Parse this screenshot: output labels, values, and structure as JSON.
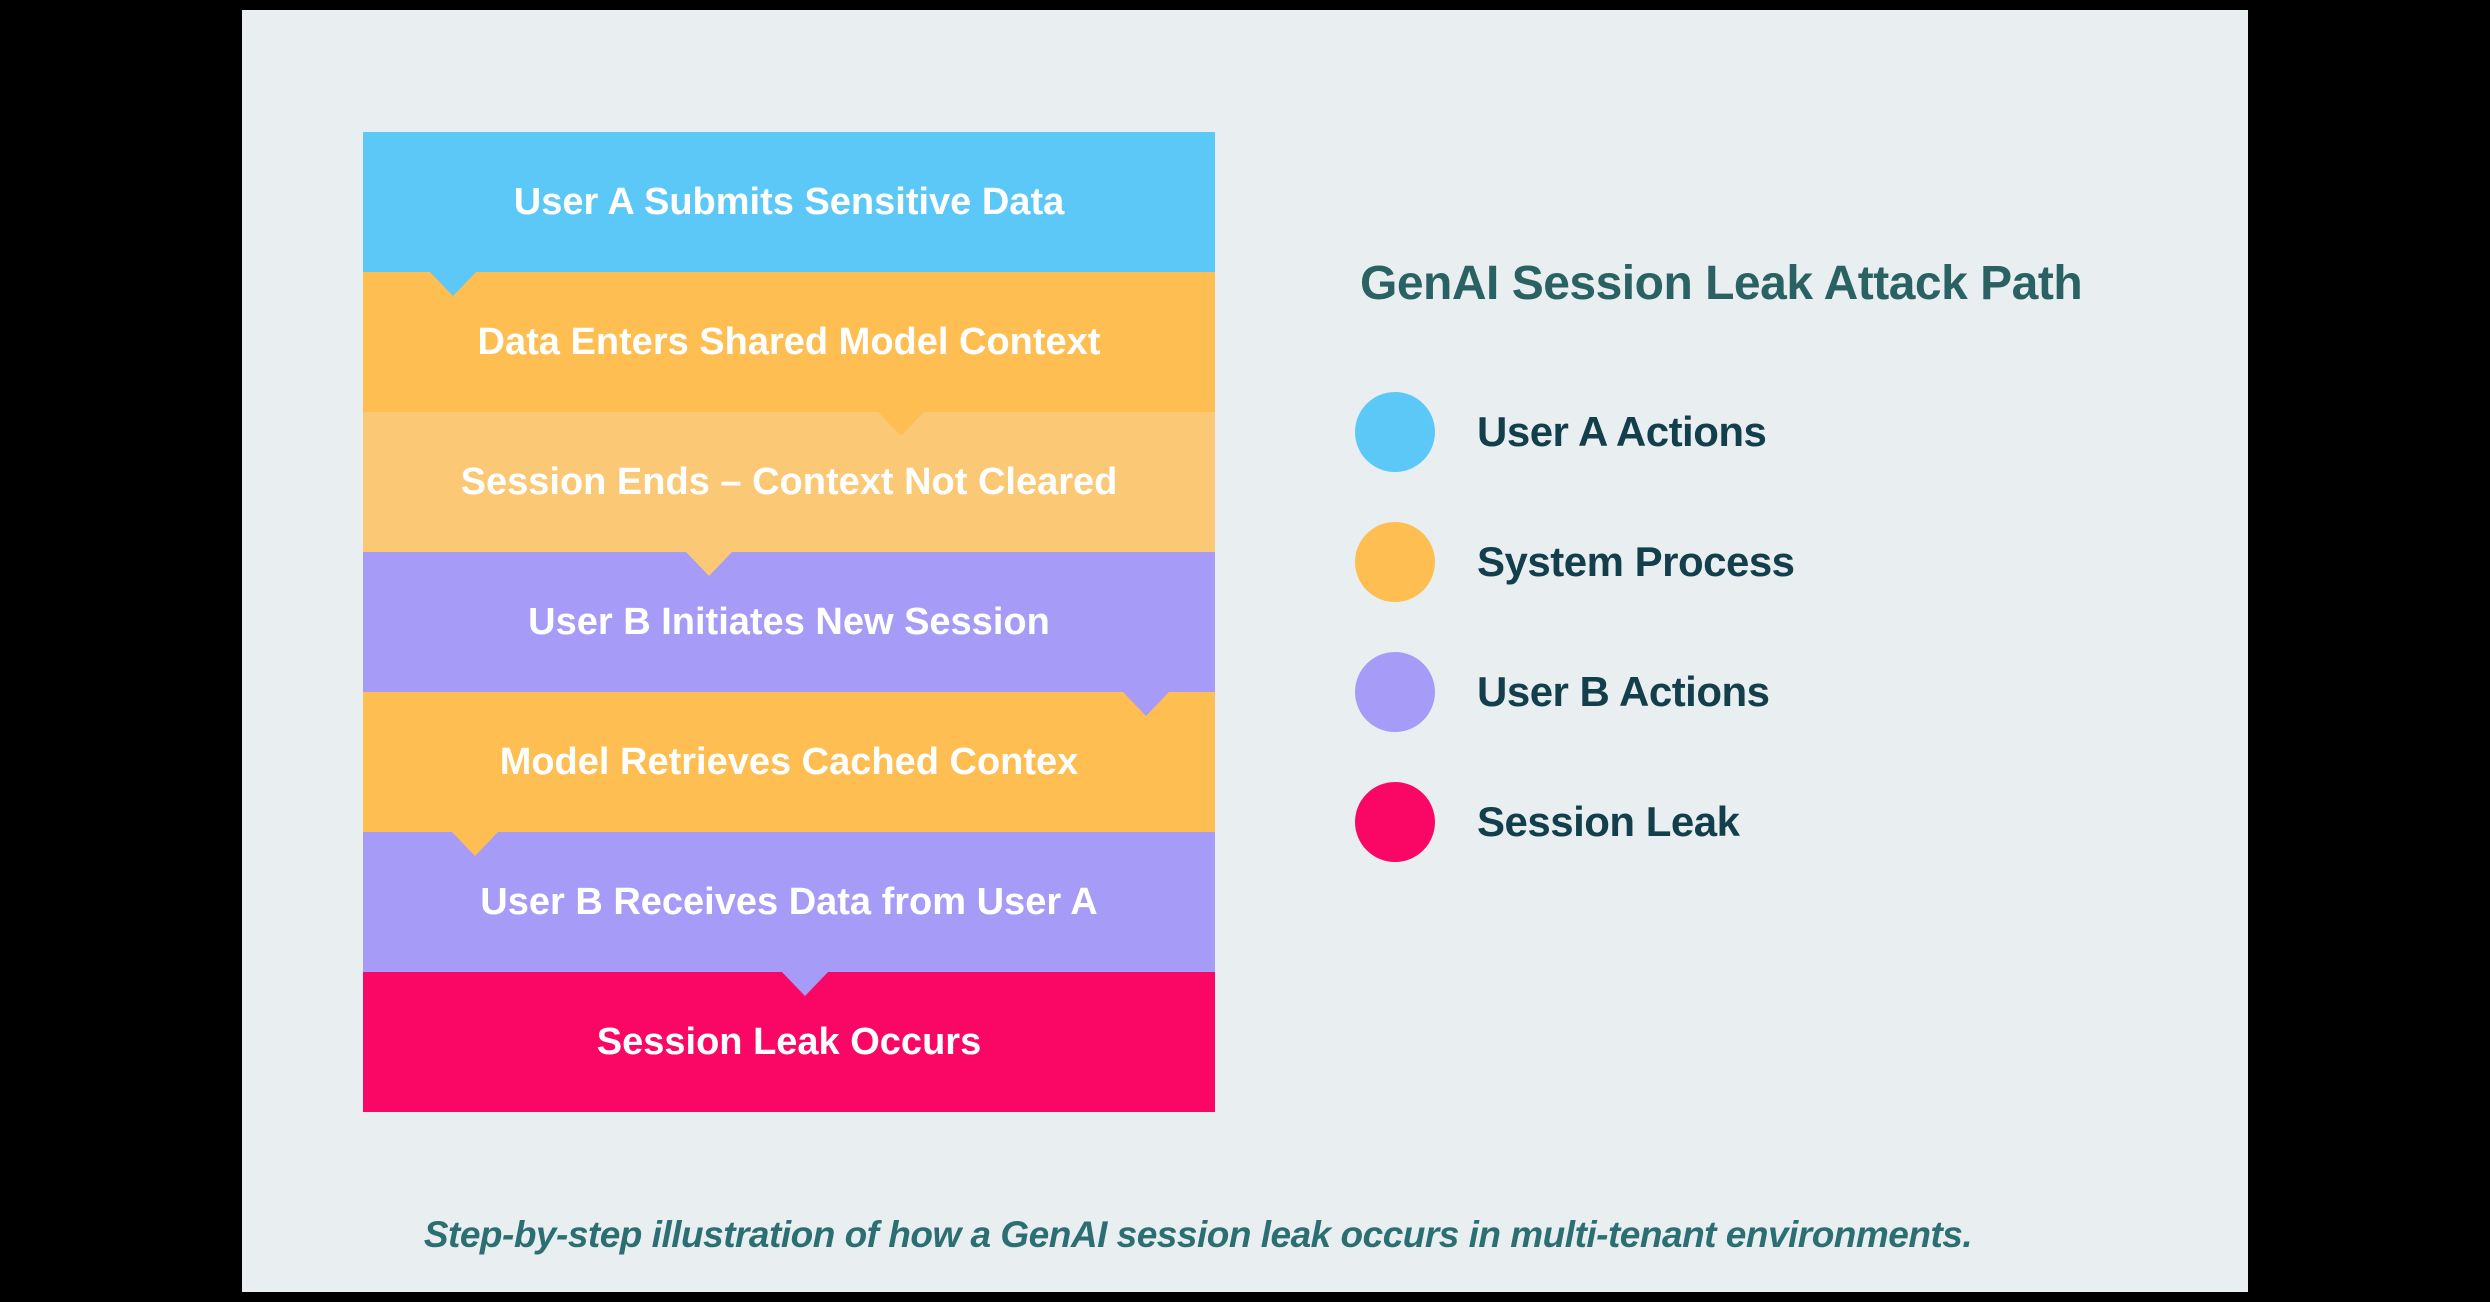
{
  "palette": {
    "background": "#000000",
    "card": "#E9EEF0",
    "blue": "#5BC8F7",
    "orange": "#FEBE52",
    "light_orange": "#FBC876",
    "purple": "#A79BF8",
    "pink": "#FA0766",
    "title_text": "#2A6263",
    "legend_text": "#123F4B",
    "caption_text": "#2B6F73",
    "bar_text": "#FFFFFF"
  },
  "diagram": {
    "steps": [
      {
        "label": "User A Submits Sensitive Data",
        "color": "blue"
      },
      {
        "label": "Data Enters Shared Model Context",
        "color": "orange"
      },
      {
        "label": "Session Ends – Context Not Cleared",
        "color": "light_orange"
      },
      {
        "label": "User B Initiates New Session",
        "color": "purple"
      },
      {
        "label": "Model Retrieves Cached Contex",
        "color": "orange"
      },
      {
        "label": "User B Receives Data from User A",
        "color": "purple"
      },
      {
        "label": "Session Leak Occurs",
        "color": "pink"
      }
    ]
  },
  "legend": {
    "title": "GenAI Session Leak Attack Path",
    "items": [
      {
        "label": "User A Actions",
        "color": "blue"
      },
      {
        "label": "System Process",
        "color": "orange"
      },
      {
        "label": "User B Actions",
        "color": "purple"
      },
      {
        "label": "Session Leak",
        "color": "pink"
      }
    ]
  },
  "caption": "Step-by-step illustration of how a GenAI session leak occurs in multi-tenant environments."
}
